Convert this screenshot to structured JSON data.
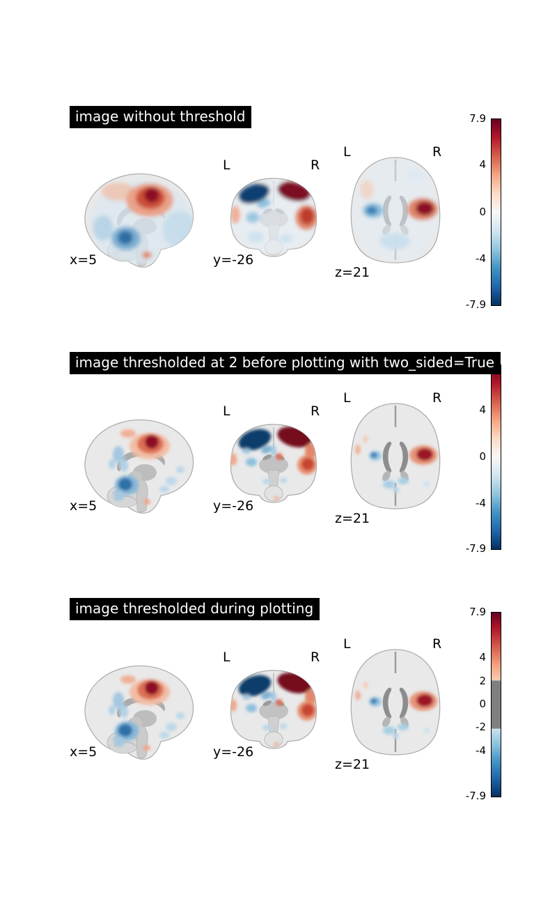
{
  "page": {
    "background": "#ffffff"
  },
  "colors": {
    "title_bg": "#000000",
    "title_fg": "#ffffff",
    "cmap_positive_max": "#67001f",
    "cmap_negative_max": "#053061",
    "cmap_midpoint": "#f7f7f7",
    "masked_band_gray": "#808080",
    "anatomy_gray": "#e9e9e9"
  },
  "figures": [
    {
      "title": "image without threshold",
      "labels": {
        "x": "x=5",
        "y": "y=-26",
        "z": "z=21",
        "left": "L",
        "right": "R"
      },
      "colorbar_ticks": [
        "7.9",
        "4",
        "0",
        "-4",
        "-7.9"
      ]
    },
    {
      "title": "image thresholded at 2 before plotting with two_sided=True",
      "labels": {
        "x": "x=5",
        "y": "y=-26",
        "z": "z=21",
        "left": "L",
        "right": "R"
      },
      "colorbar_ticks": [
        "4",
        "0",
        "-4",
        "-7.9"
      ]
    },
    {
      "title": "image thresholded during plotting",
      "labels": {
        "x": "x=5",
        "y": "y=-26",
        "z": "z=21",
        "left": "L",
        "right": "R"
      },
      "colorbar_ticks": [
        "7.9",
        "4",
        "2",
        "0",
        "-2",
        "-4",
        "-7.9"
      ]
    }
  ],
  "chart_data": [
    {
      "type": "heatmap",
      "subtype": "brain_stat_map_orthogonal_slices",
      "title": "image without threshold",
      "slices": [
        {
          "view": "sagittal",
          "cut_label": "x=5"
        },
        {
          "view": "coronal",
          "cut_label": "y=-26",
          "orientation_labels": [
            "L",
            "R"
          ]
        },
        {
          "view": "axial",
          "cut_label": "z=21",
          "orientation_labels": [
            "L",
            "R"
          ]
        }
      ],
      "colorbar": {
        "position": "right",
        "ticks": [
          7.9,
          4,
          0,
          -4,
          -7.9
        ],
        "value_range": [
          -7.9,
          7.9
        ],
        "colormap": "dark red > white > dark blue (RdBu_r style)"
      },
      "threshold": null,
      "appearance": "full continuous red/blue activation wash over gray anatomy; strong red blob superior-medial (sagittal), dark blue left-superior and dark red right-superior blobs (coronal), red blob right-lateral and blue blob left-lateral (axial)"
    },
    {
      "type": "heatmap",
      "subtype": "brain_stat_map_orthogonal_slices",
      "title": "image thresholded at 2 before plotting with two_sided=True",
      "slices": [
        {
          "view": "sagittal",
          "cut_label": "x=5"
        },
        {
          "view": "coronal",
          "cut_label": "y=-26",
          "orientation_labels": [
            "L",
            "R"
          ]
        },
        {
          "view": "axial",
          "cut_label": "z=21",
          "orientation_labels": [
            "L",
            "R"
          ]
        }
      ],
      "colorbar": {
        "position": "right",
        "ticks": [
          4,
          0,
          -4,
          -7.9
        ],
        "value_range": [
          -7.9,
          7.9
        ],
        "colormap": "dark red > white > dark blue (RdBu_r style)",
        "note": "top of colorbar and 7.9 tick occluded by title box"
      },
      "threshold": 2,
      "threshold_applied": "before plotting",
      "two_sided": true,
      "appearance": "only supra-threshold blobs shown over gray anatomy; values |v| < 2 transparent"
    },
    {
      "type": "heatmap",
      "subtype": "brain_stat_map_orthogonal_slices",
      "title": "image thresholded during plotting",
      "slices": [
        {
          "view": "sagittal",
          "cut_label": "x=5"
        },
        {
          "view": "coronal",
          "cut_label": "y=-26",
          "orientation_labels": [
            "L",
            "R"
          ]
        },
        {
          "view": "axial",
          "cut_label": "z=21",
          "orientation_labels": [
            "L",
            "R"
          ]
        }
      ],
      "colorbar": {
        "position": "right",
        "ticks": [
          7.9,
          4,
          2,
          0,
          -2,
          -4,
          -7.9
        ],
        "value_range": [
          -7.9,
          7.9
        ],
        "masked_range": [
          -2,
          2
        ],
        "colormap": "red gradient above 2, gray masked band between -2 and 2, blue gradient below -2"
      },
      "threshold": 2,
      "threshold_applied": "during plotting",
      "appearance": "same supra-threshold blobs as middle panel; colorbar shows gray masked band for [-2, 2]"
    }
  ]
}
